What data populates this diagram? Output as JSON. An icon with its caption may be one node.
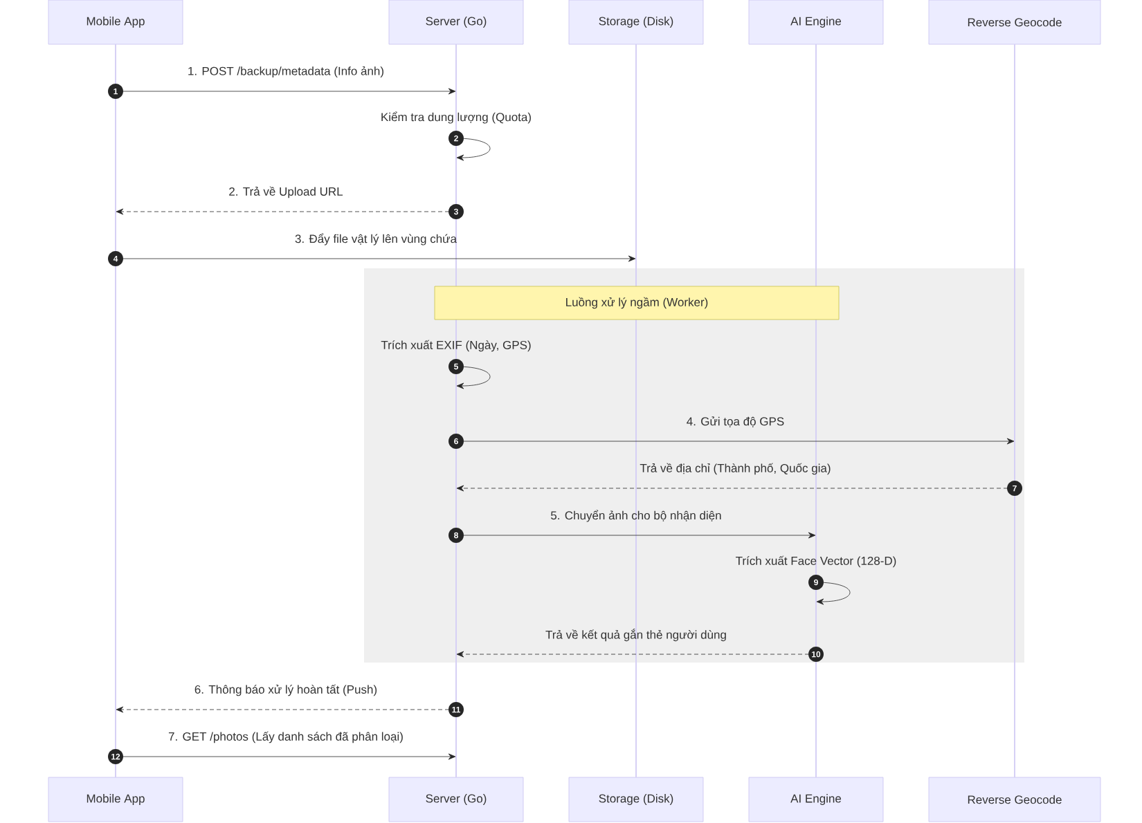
{
  "diagram": {
    "nodes": [
      {
        "text": [
          "Mobile App"
        ]
      },
      {
        "text": [
          "Server (Go)"
        ]
      },
      {
        "text": [
          "Storage (Disk)"
        ]
      },
      {
        "text": [
          "AI Engine"
        ]
      },
      {
        "text": [
          "Reverse Geocode"
        ]
      },
      {
        "text": [
          "Mobile App"
        ]
      },
      {
        "text": [
          "Server (Go)"
        ]
      },
      {
        "text": [
          "Storage (Disk)"
        ]
      },
      {
        "text": [
          "AI Engine"
        ]
      },
      {
        "text": [
          "Reverse Geocode"
        ]
      },
      {
        "text": [],
        "shape": "box"
      },
      {
        "text": [],
        "shape": "bar"
      },
      {
        "text": [],
        "shape": "bar"
      },
      {
        "text": [],
        "shape": "bar"
      },
      {
        "text": [],
        "shape": "bar"
      },
      {
        "text": [],
        "shape": "bar"
      },
      {
        "text": [
          "Luồng xử lý ngầm (Worker)"
        ],
        "in": 10
      }
    ],
    "edges": [
      {
        "from": 11,
        "to": 12,
        "arrow": "to",
        "label": "1. POST /backup/metadata (Info ảnh)"
      },
      {
        "from": 12,
        "to": 12,
        "arrow": "to",
        "label": "Kiểm tra dung lượng (Quota)"
      },
      {
        "from": 12,
        "to": 11,
        "arrow": "to",
        "style": "dashed",
        "label": "2. Trả về Upload URL"
      },
      {
        "from": 11,
        "to": 13,
        "arrow": "to",
        "label": "3. Đẩy file vật lý lên vùng chứa"
      },
      {
        "from": 12,
        "to": 12,
        "arrow": "to",
        "label": "Trích xuất EXIF (Ngày, GPS)"
      },
      {
        "from": 12,
        "to": 15,
        "arrow": "to",
        "label": "4. Gửi tọa độ GPS"
      },
      {
        "from": 15,
        "to": 12,
        "arrow": "to",
        "style": "dashed",
        "label": "Trả về địa chỉ (Thành phố, Quốc gia)"
      },
      {
        "from": 12,
        "to": 14,
        "arrow": "to",
        "label": "5. Chuyển ảnh cho bộ nhận diện"
      },
      {
        "from": 14,
        "to": 14,
        "arrow": "to",
        "label": "Trích xuất Face Vector (128-D)"
      },
      {
        "from": 14,
        "to": 12,
        "arrow": "to",
        "style": "dashed",
        "label": "Trả về kết quả gắn thẻ người dùng"
      },
      {
        "from": 12,
        "to": 11,
        "arrow": "to",
        "style": "dashed",
        "label": "6. Thông báo xử lý hoàn tất (Push)"
      },
      {
        "from": 11,
        "to": 12,
        "arrow": "to",
        "label": "7. GET /photos (Lấy danh sách đã phân loại)"
      }
    ],
    "labels": [
      "1",
      "2",
      "3",
      "4",
      "5",
      "6",
      "7",
      "8",
      "9",
      "10",
      "11",
      "12"
    ]
  }
}
